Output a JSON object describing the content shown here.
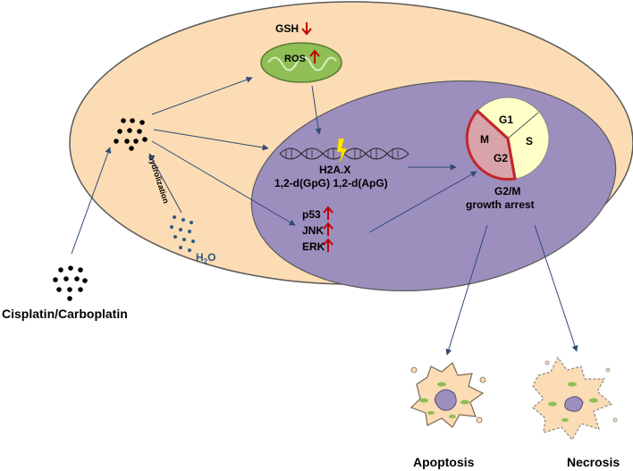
{
  "colors": {
    "cell_fill": "#fbdcb4",
    "cell_stroke": "#5a5a5a",
    "nucleus_fill": "#9c8fbe",
    "mito_fill": "#8fbe55",
    "arrow": "#2f4a74",
    "up_down_arrow": "#c00000",
    "cycle_light": "#ffffc8",
    "cycle_pink": "#d9a3aa",
    "cycle_border": "#c0282d",
    "drug_dots": "#000000",
    "water_dots": "#2f5b83"
  },
  "labels": {
    "gsh": "GSH",
    "ros": "ROS",
    "h2ax": "H2A.X",
    "adducts": "1,2-d(GpG) 1,2-d(ApG)",
    "p53": "p53",
    "jnk": "JNK",
    "erk": "ERK",
    "g2m_line1": "G2/M",
    "g2m_line2": "growth arrest",
    "hydrolization": "hydrolization",
    "water": "H",
    "water_sub": "2",
    "water_o": "O",
    "drug": "Cisplatin/Carboplatin",
    "apoptosis": "Apoptosis",
    "necrosis": "Necrosis"
  },
  "cell_cycle": {
    "g1": "G1",
    "s": "S",
    "g2": "G2",
    "m": "M"
  },
  "indicators": {
    "gsh": "down",
    "ros": "up",
    "p53": "up",
    "jnk": "up",
    "erk": "up"
  }
}
